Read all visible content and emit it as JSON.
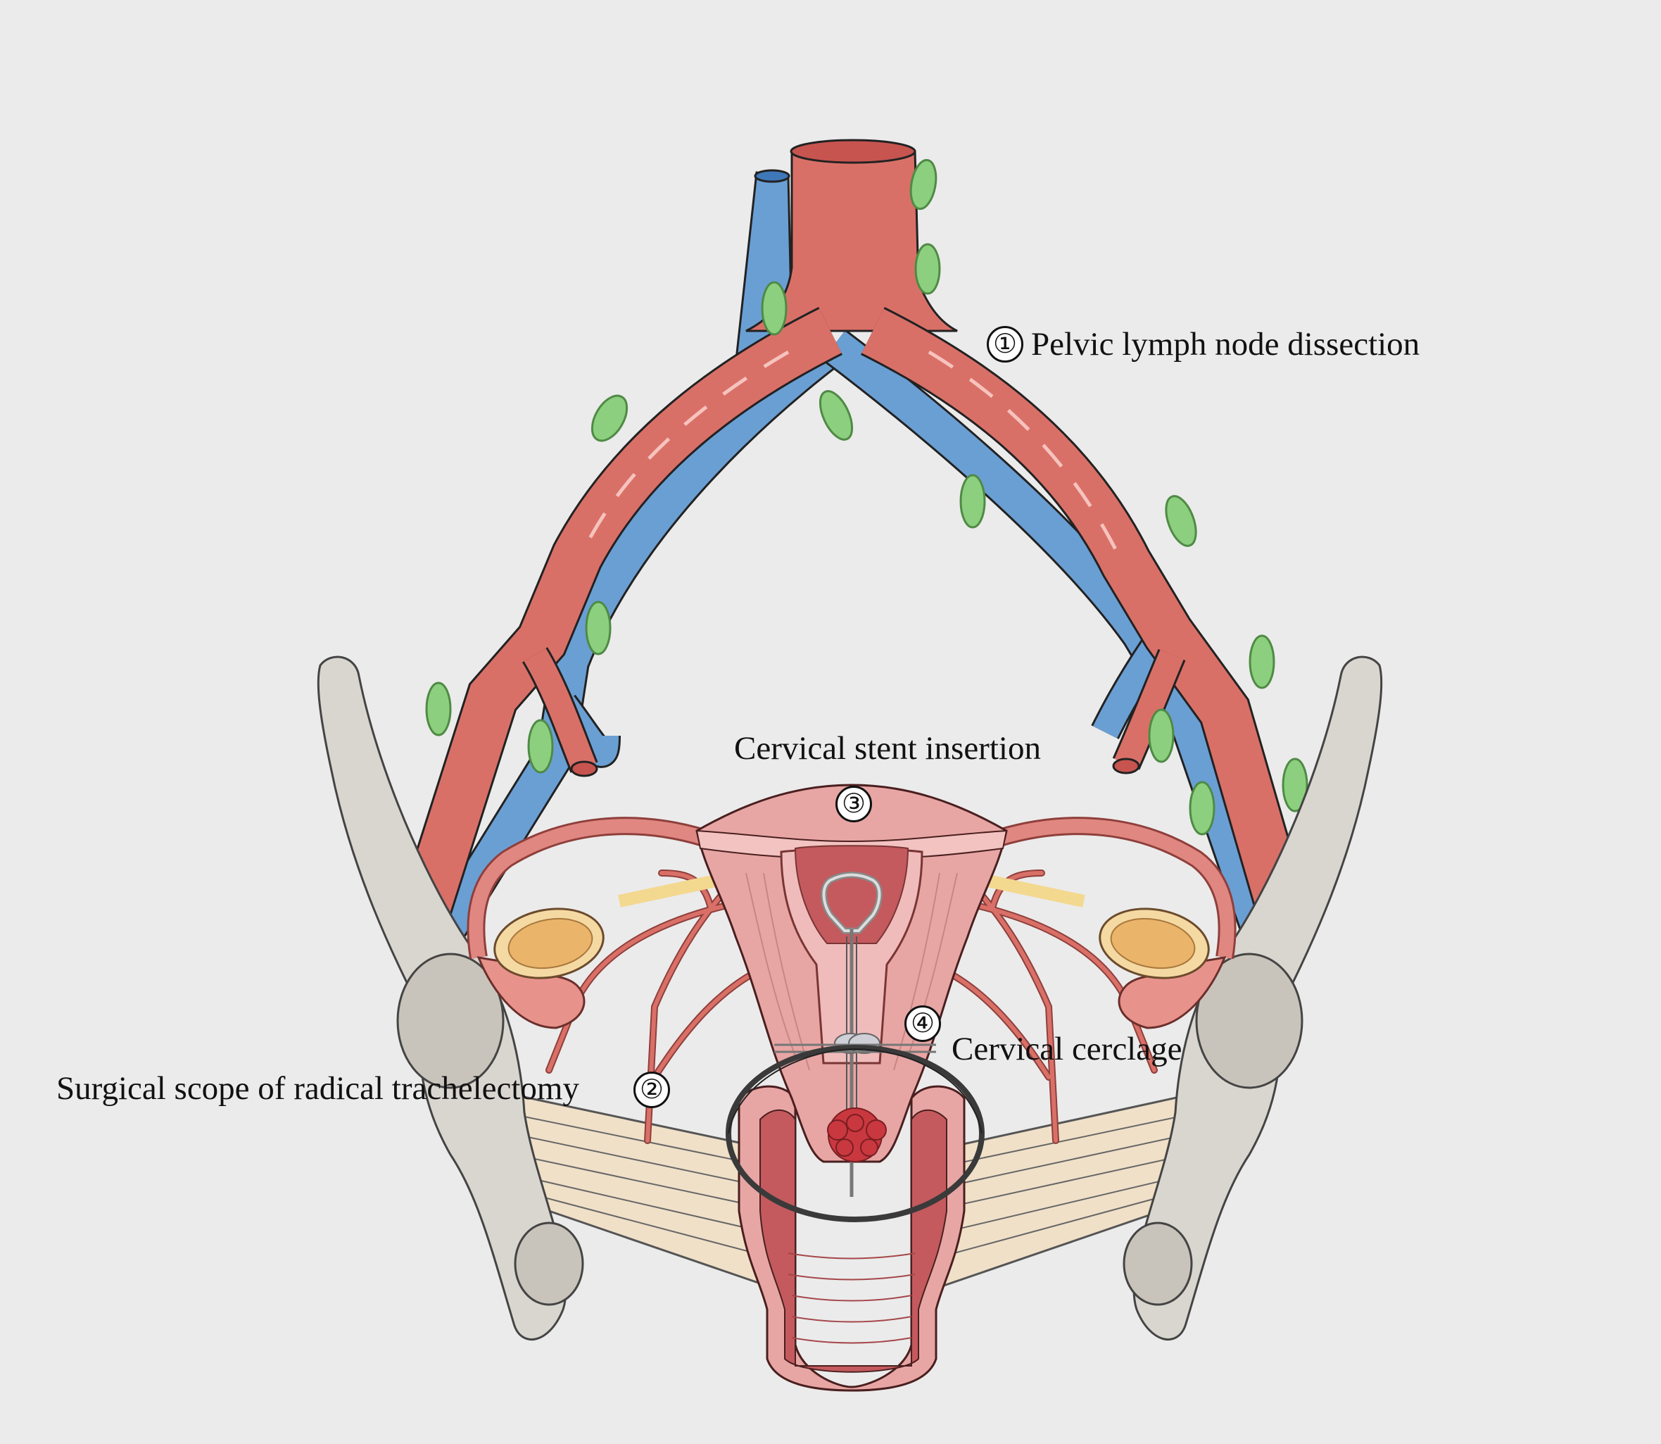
{
  "labels": {
    "pelvic_lymph_node_dissection": {
      "number": "①",
      "text": "Pelvic lymph node dissection"
    },
    "cervical_stent_insertion": {
      "number": "③",
      "text": "Cervical stent insertion"
    },
    "cervical_cerclage": {
      "number": "④",
      "text": "Cervical cerclage"
    },
    "surgical_scope": {
      "number": "②",
      "text": "Surgical scope of radical trachelectomy"
    }
  },
  "colors": {
    "background": "#ebebeb",
    "artery": "#d97068",
    "vein": "#6a9fd4",
    "lymph_node": "#8ccf7e",
    "bone": "#d9d6d0",
    "uterus": "#e7a6a4",
    "ovary": "#eab46a",
    "ligament": "#f0e0c8",
    "cavity": "#c45a5e"
  }
}
